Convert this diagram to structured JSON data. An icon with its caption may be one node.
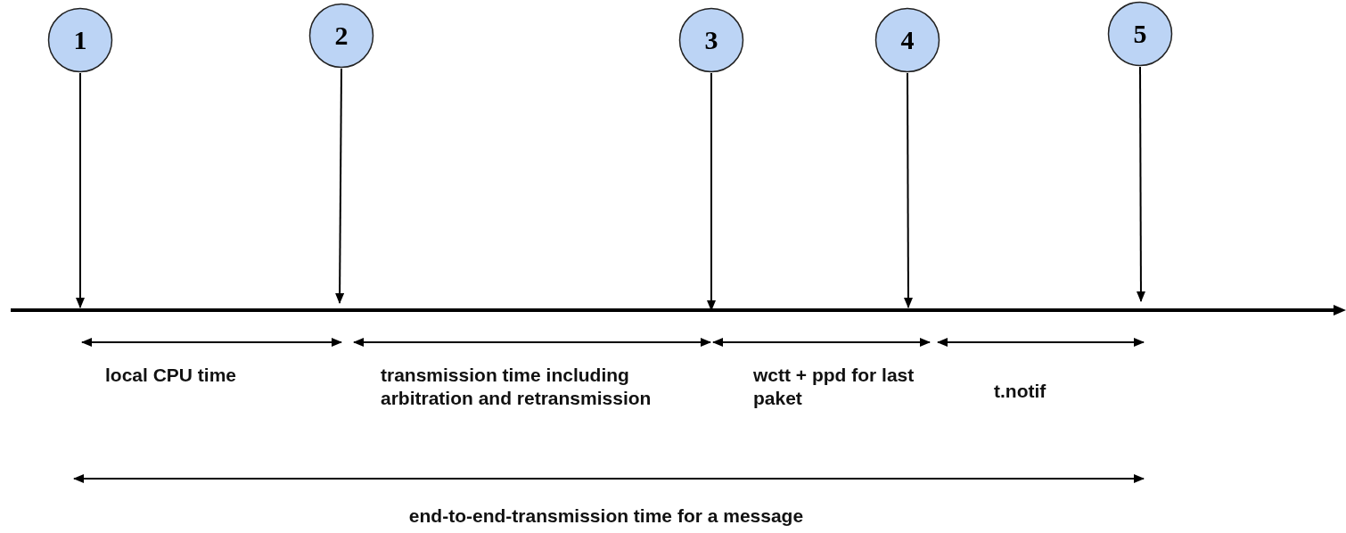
{
  "diagram": {
    "nodes": [
      {
        "text": [
          "1"
        ]
      },
      {
        "text": [
          "2"
        ]
      },
      {
        "text": [
          "3"
        ]
      },
      {
        "text": [
          "4"
        ]
      },
      {
        "text": [
          "5"
        ]
      }
    ],
    "edges": [
      {
        "from": 0,
        "to": null,
        "arrow": "to"
      },
      {
        "from": 1,
        "to": null,
        "arrow": "to"
      },
      {
        "from": 2,
        "to": null,
        "arrow": "to"
      },
      {
        "from": 3,
        "to": null,
        "arrow": "to"
      },
      {
        "from": 4,
        "to": null,
        "arrow": "to"
      }
    ],
    "labels": [
      "local CPU time",
      "transmission time including arbitration and retransmission",
      "wctt + ppd for last paket",
      "t.notif",
      "end-to-end-transmission time for a message"
    ]
  }
}
